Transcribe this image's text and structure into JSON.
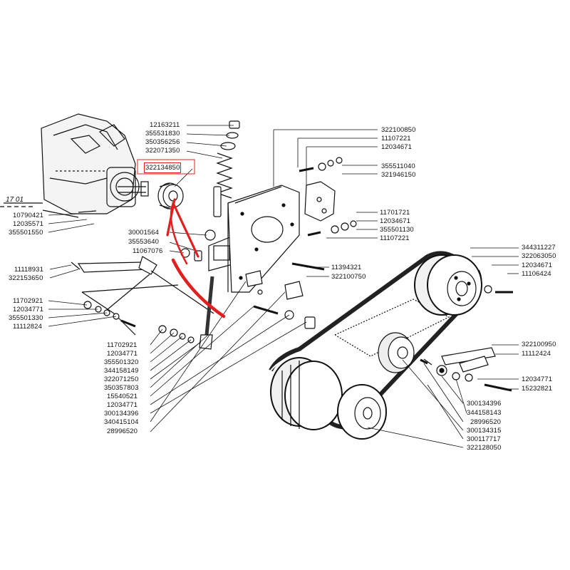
{
  "diagram": {
    "section_tag": "17 01",
    "highlighted_part": "322134850",
    "annotation_color": "#e02020",
    "labels_left": [
      "10790421",
      "12035571",
      "355501550",
      "11118931",
      "322153650",
      "11702921",
      "12034771",
      "355501330",
      "11112824"
    ],
    "labels_top_spring": [
      "12163211",
      "355531830",
      "350356256",
      "322071350",
      "322134850"
    ],
    "labels_mid": [
      "30001564",
      "35553640",
      "11067076"
    ],
    "labels_bottom_stack": [
      "11702921",
      "12034771",
      "355501320",
      "344158149",
      "322071250",
      "350357803",
      "15540521",
      "12034771",
      "300134396",
      "340415104",
      "28996520"
    ],
    "labels_bracket": [
      "322100850",
      "11107221",
      "12034671",
      "355511040",
      "321946150"
    ],
    "labels_plate_right": [
      "11701721",
      "12034671",
      "355501130",
      "11107221"
    ],
    "labels_plate_center": [
      "11394321",
      "322100750"
    ],
    "labels_pulley_right": [
      "344311227",
      "322063050",
      "12034671",
      "11106424"
    ],
    "labels_tensioner_right": [
      "322100950",
      "11112424",
      "12034771",
      "15232821"
    ],
    "labels_bottom_right": [
      "300134396",
      "344158143",
      "28996520",
      "300134315",
      "300117717",
      "322128050"
    ]
  }
}
